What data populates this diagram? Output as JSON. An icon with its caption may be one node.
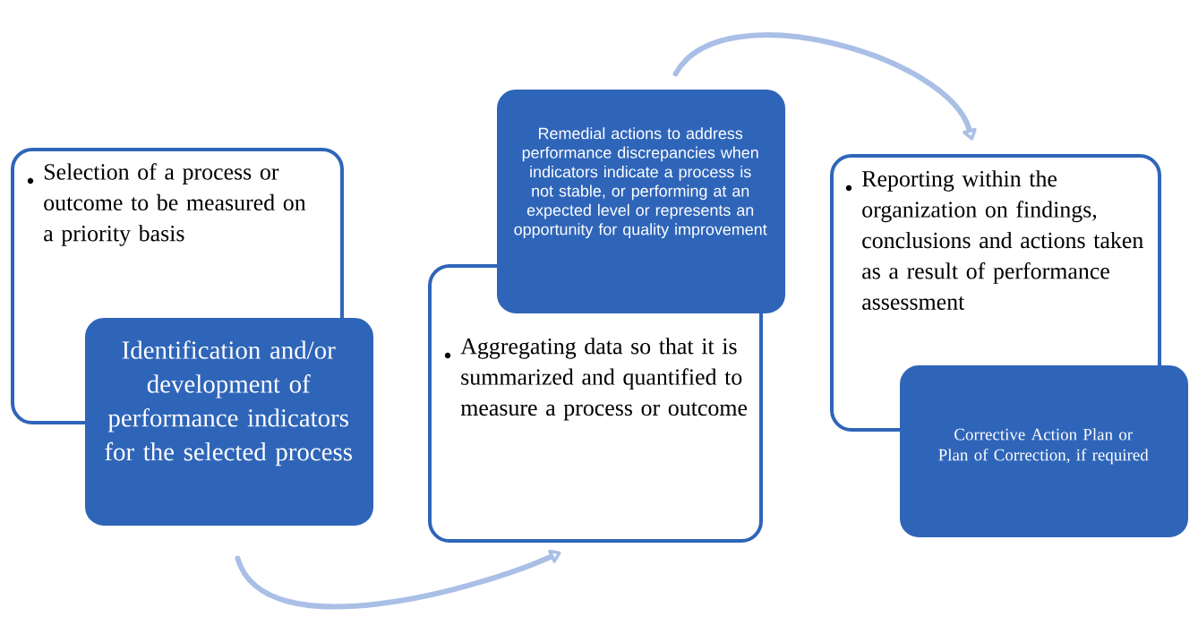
{
  "diagram": {
    "nodes": [
      {
        "text": [
          "Selection of a process or outcome to be measured on a priority basis"
        ]
      },
      {
        "text": [
          "Identification and/or development of performance indicators for the selected process"
        ]
      },
      {
        "text": [
          "Remedial actions to address performance discrepancies when indicators indicate a process is not stable, or performing at an expected level or represents an opportunity for quality improvement"
        ]
      },
      {
        "text": [
          "Aggregating data so that it is summarized and quantified to measure a process or outcome"
        ]
      },
      {
        "text": [
          "Reporting within the organization on findings, conclusions and actions taken as a result of performance assessment"
        ]
      },
      {
        "text": [
          "Corrective Action Plan or Plan of Correction, if required"
        ]
      }
    ],
    "edges": [
      {
        "from": 1,
        "to": 3,
        "arrow": "to"
      },
      {
        "from": 2,
        "to": 4,
        "arrow": "to"
      }
    ]
  }
}
